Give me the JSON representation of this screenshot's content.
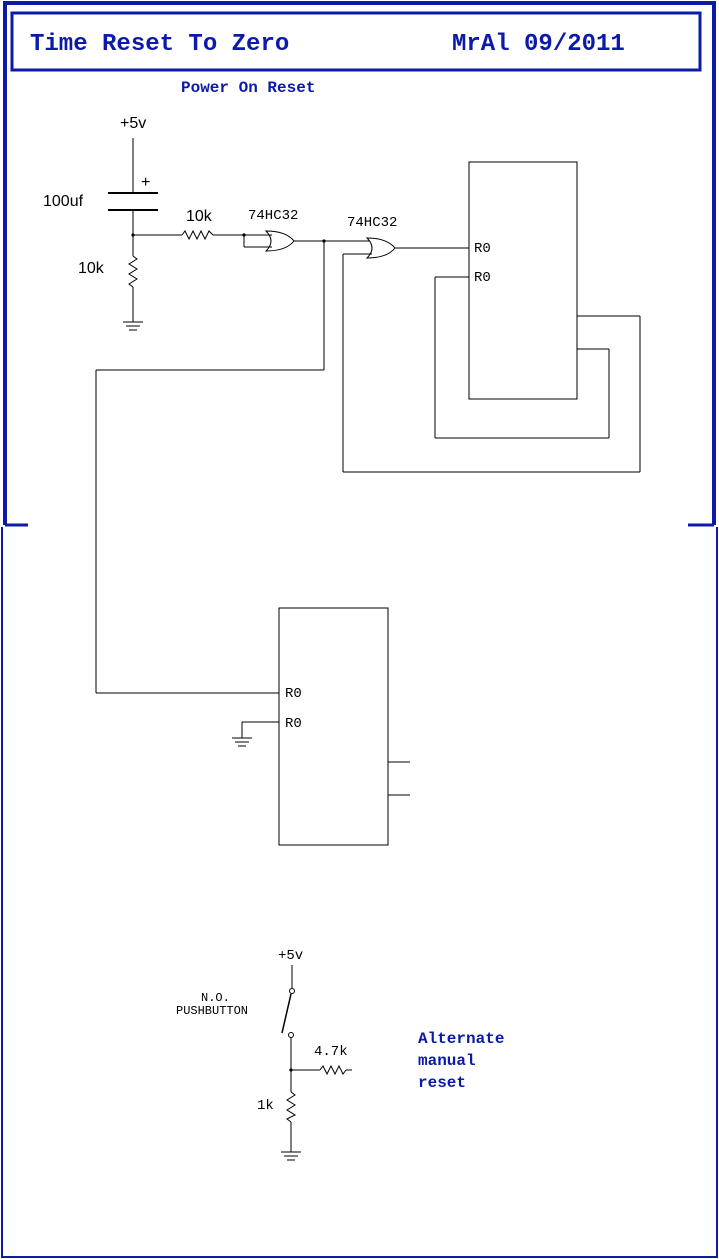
{
  "colors": {
    "frame": "#0b1aa8",
    "ink": "#000000",
    "title": "#0b1aa8",
    "background": "#ffffff"
  },
  "header": {
    "title": "Time Reset To Zero",
    "author_date": "MrAl 09/2011"
  },
  "power_on_reset": {
    "section_label": "Power On Reset",
    "supply": "+5v",
    "capacitor": "100uf",
    "cap_polarity": "+",
    "resistor_series": "10k",
    "resistor_pulldown": "10k",
    "gate1": "74HC32",
    "gate2": "74HC32",
    "ic_top_pins": [
      "R0",
      "R0"
    ]
  },
  "lower_counter": {
    "ic_pins": [
      "R0",
      "R0"
    ]
  },
  "manual_reset": {
    "supply": "+5v",
    "switch_line1": "N.O.",
    "switch_line2": "PUSHBUTTON",
    "resistor_out": "4.7k",
    "resistor_pulldown": "1k",
    "note_line1": "Alternate",
    "note_line2": "manual",
    "note_line3": "reset"
  }
}
